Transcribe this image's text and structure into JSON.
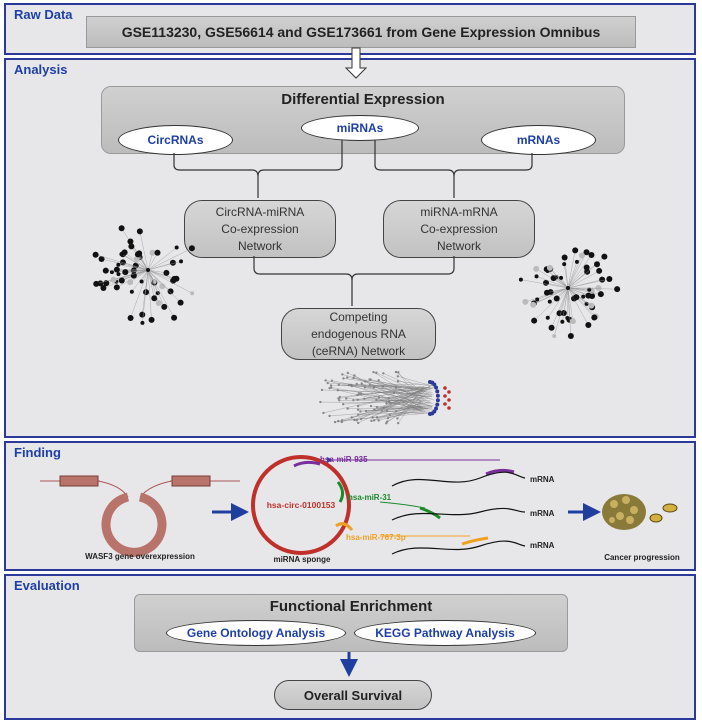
{
  "raw_data": {
    "title": "Raw Data",
    "source_box": "GSE113230, GSE56614 and GSE173661 from Gene Expression Omnibus"
  },
  "analysis": {
    "title": "Analysis",
    "differential_expression": "Differential Expression",
    "ovals": {
      "circrnas": "CircRNAs",
      "mirnas": "miRNAs",
      "mrnas": "mRNAs"
    },
    "circ_mirna_network": "CircRNA-miRNA\nCo-expression\nNetwork",
    "mirna_mrna_network": "miRNA-mRNA\nCo-expression\nNetwork",
    "cerna_network": "Competing\nendogenous RNA\n(ceRNA) Network"
  },
  "finding": {
    "title": "Finding",
    "wasf3_caption": "WASF3 gene overexpression",
    "circ_label": "hsa-circ-0100153",
    "sponge_caption": "miRNA sponge",
    "mirnas": [
      {
        "label": "hsa-miR-935",
        "color": "#7a2e9c"
      },
      {
        "label": "hsa-miR-31",
        "color": "#1a8a2a"
      },
      {
        "label": "hsa-miR-767-3p",
        "color": "#f0a020"
      }
    ],
    "mrna_labels": [
      "mRNA",
      "mRNA",
      "mRNA"
    ],
    "cancer_caption": "Cancer progression"
  },
  "evaluation": {
    "title": "Evaluation",
    "functional_enrichment": "Functional Enrichment",
    "go_analysis": "Gene Ontology Analysis",
    "kegg_analysis": "KEGG Pathway Analysis",
    "overall_survival": "Overall Survival"
  },
  "colors": {
    "section_border": "#2b3a9a",
    "title_blue": "#1e3fa6",
    "circ_red": "#c0302a",
    "arrow_blue": "#1f3fa0"
  }
}
